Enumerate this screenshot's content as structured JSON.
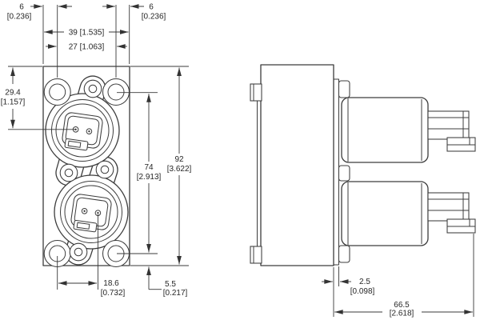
{
  "dims": {
    "edge_to_hole_left": {
      "mm": "6",
      "in": "[0.236]"
    },
    "edge_to_hole_right": {
      "mm": "6",
      "in": "[0.236]"
    },
    "overall_width": {
      "label": "39 [1.535]"
    },
    "hole_spacing_horizontal": {
      "label": "27 [1.063]"
    },
    "top_to_port": {
      "mm": "29.4",
      "in": "[1.157]"
    },
    "hole_spacing_vertical": {
      "mm": "74",
      "in": "[2.913]"
    },
    "overall_height": {
      "mm": "92",
      "in": "[3.622]"
    },
    "hole_to_port": {
      "mm": "18.6",
      "in": "[0.732]"
    },
    "hole_to_bottom": {
      "mm": "5.5",
      "in": "[0.217]"
    },
    "flange_thickness": {
      "mm": "2.5",
      "in": "[0.098]"
    },
    "overall_depth": {
      "mm": "66.5",
      "in": "[2.618]"
    }
  }
}
